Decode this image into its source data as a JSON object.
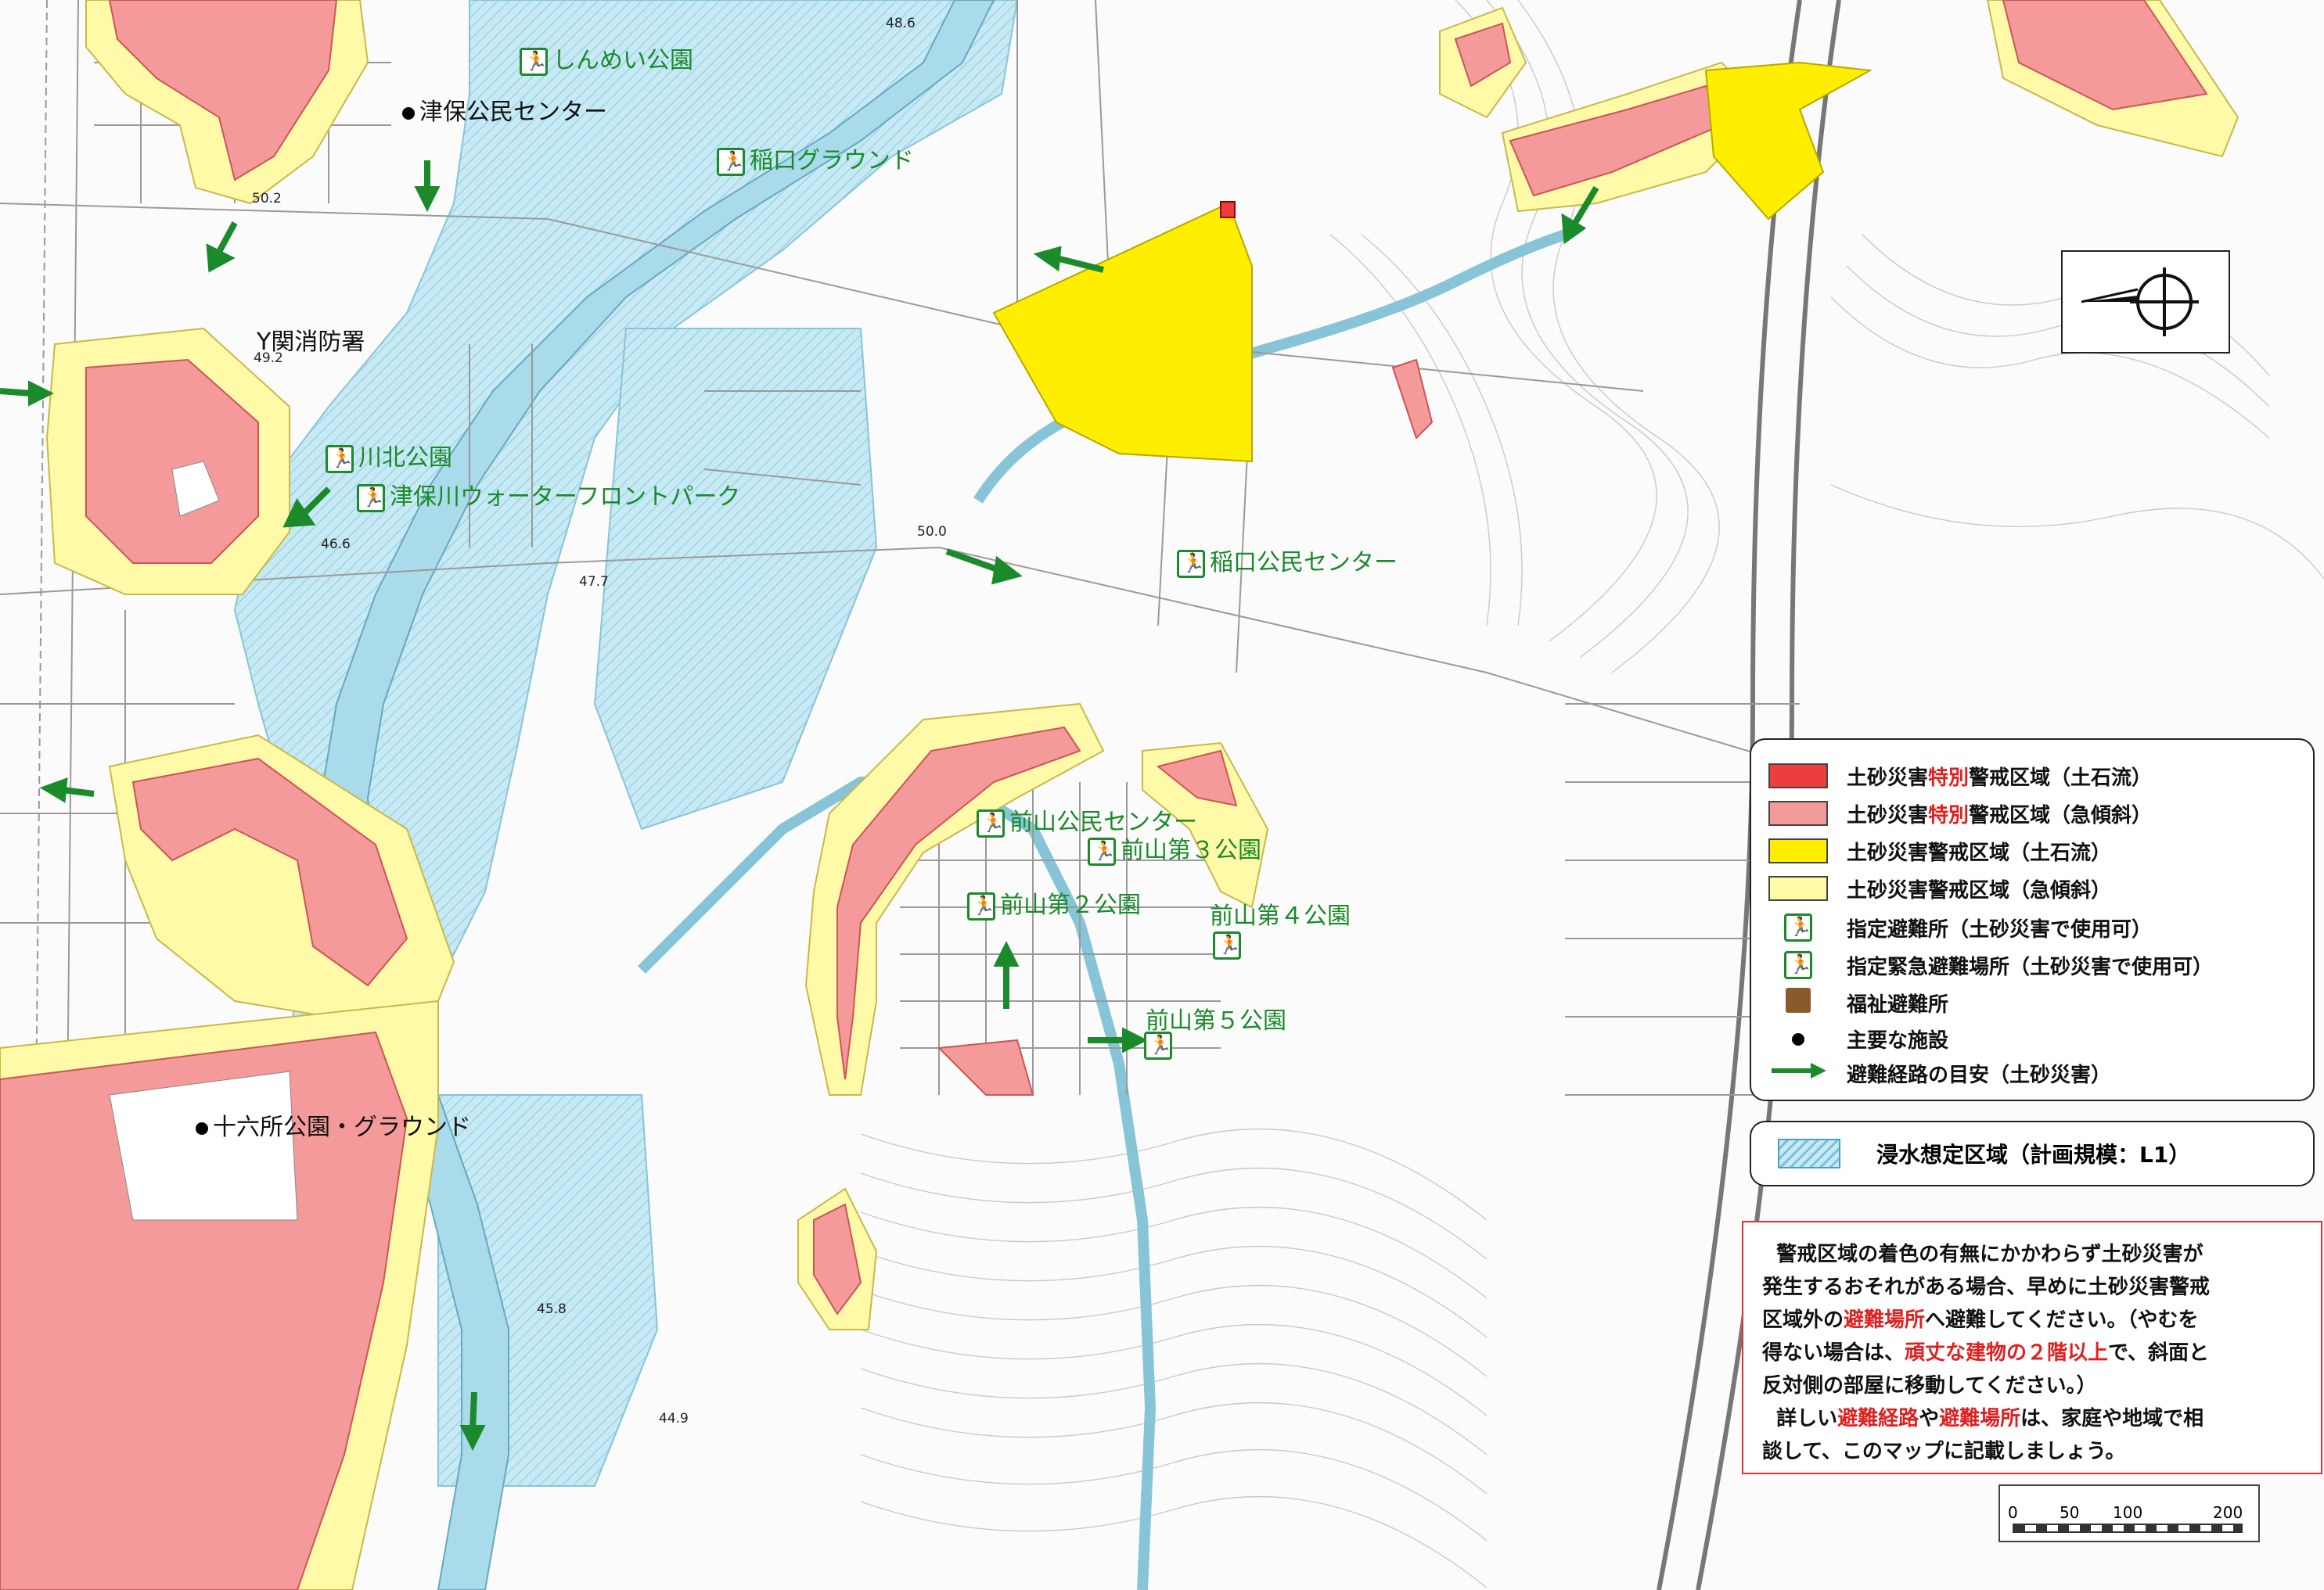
{
  "facilities": {
    "tsubo_center": "津保公民センター",
    "shinmei_park": "しんめい公園",
    "inaguchi_ground": "稲口グラウンド",
    "fire_station": "関消防署",
    "kawakita_park": "川北公園",
    "waterfront_park": "津保川ウォーターフロントパーク",
    "inaguchi_center": "稲口公民センター",
    "maeyama_center": "前山公民センター",
    "maeyama3": "前山第３公園",
    "maeyama2": "前山第２公園",
    "maeyama4": "前山第４公園",
    "maeyama5": "前山第５公園",
    "juroku_park": "十六所公園・グラウンド"
  },
  "elevations": {
    "e486": "48.6",
    "e502": "50.2",
    "e492": "49.2",
    "e466": "46.6",
    "e500": "50.0",
    "e477": "47.7",
    "e458": "45.8",
    "e449": "44.9"
  },
  "legend": {
    "row1_a": "土砂災害",
    "row1_b": "特別",
    "row1_c": "警戒区域（土石流）",
    "row2_a": "土砂災害",
    "row2_b": "特別",
    "row2_c": "警戒区域（急傾斜）",
    "row3": "土砂災害警戒区域（土石流）",
    "row4": "土砂災害警戒区域（急傾斜）",
    "row5": "指定避難所（土砂災害で使用可）",
    "row6": "指定緊急避難場所（土砂災害で使用可）",
    "row7": "福祉避難所",
    "row8": "主要な施設",
    "row9": "避難経路の目安（土砂災害）",
    "colors": {
      "special_debris": "#ee3d3d",
      "special_slope": "#f49a9a",
      "warn_debris": "#ffee00",
      "warn_slope": "#fffaa8",
      "flood": "#bfe6f2",
      "route": "#1a8a2a"
    }
  },
  "flood_legend": "浸水想定区域（計画規模：L1）",
  "notice": {
    "l1": "警戒区域の着色の有無にかかわらず土砂災害が",
    "l2": "発生するおそれがある場合、早めに土砂災害警戒",
    "l3a": "区域外の",
    "l3b": "避難場所",
    "l3c": "へ避難してください。（やむを",
    "l4a": "得ない場合は、",
    "l4b": "頑丈な建物の２階以上",
    "l4c": "で、斜面と",
    "l5": "反対側の部屋に移動してください。）",
    "l6a": "詳しい",
    "l6b": "避難経路",
    "l6c": "や",
    "l6d": "避難場所",
    "l6e": "は、家庭や地域で相",
    "l7": "談して、このマップに記載しましょう。"
  },
  "scale": {
    "t0": "0",
    "t50": "50",
    "t100": "100",
    "t200": "200"
  }
}
